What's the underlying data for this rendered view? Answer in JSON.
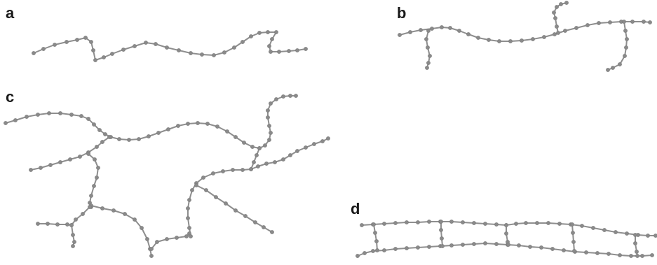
{
  "colors": {
    "strand": "#8e8e8e",
    "bead": "#8a8a8a",
    "label": "#1a1a1a",
    "background": "#ffffff"
  },
  "panels": [
    {
      "label": "a"
    },
    {
      "label": "b"
    },
    {
      "label": "c"
    },
    {
      "label": "d"
    }
  ]
}
